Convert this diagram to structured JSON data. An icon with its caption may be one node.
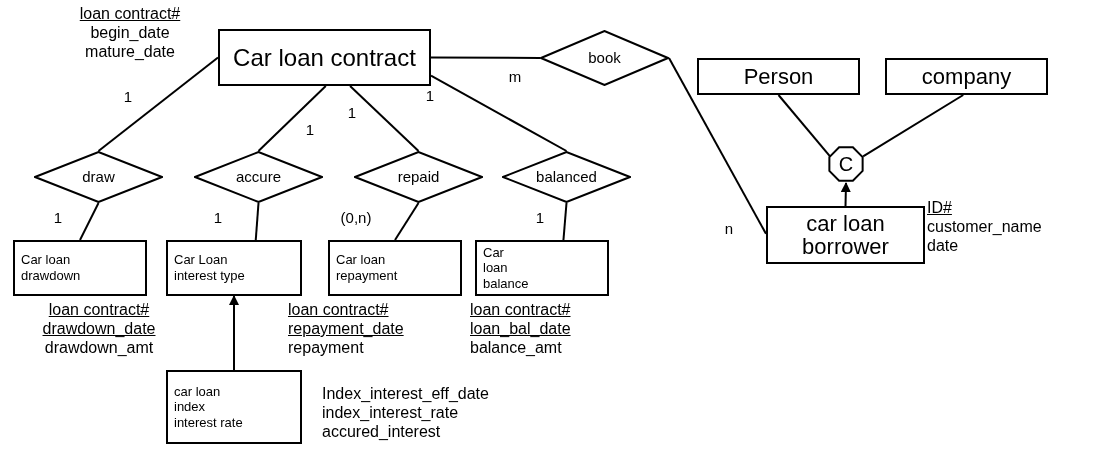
{
  "diagram": {
    "nodes": [
      {
        "text": [
          "Car loan contract"
        ],
        "beside": [
          "loan contract#",
          "begin_date",
          "mature_date"
        ]
      },
      {
        "text": [
          "book"
        ]
      },
      {
        "text": [
          "Person"
        ]
      },
      {
        "text": [
          "company"
        ]
      },
      {
        "text": [
          "C"
        ]
      },
      {
        "text": [
          "car loan borrower"
        ],
        "beside": [
          "ID#",
          "customer_name",
          "date"
        ]
      },
      {
        "text": [
          "draw"
        ]
      },
      {
        "text": [
          "accure"
        ]
      },
      {
        "text": [
          "repaid"
        ]
      },
      {
        "text": [
          "balanced"
        ]
      },
      {
        "text": [
          "Car loan drawdown"
        ],
        "beside": [
          "loan contract#",
          "drawdown_date",
          "drawdown_amt"
        ]
      },
      {
        "text": [
          "Car Loan interest type"
        ]
      },
      {
        "text": [
          "Car loan repayment"
        ],
        "beside": [
          "loan contract#",
          "repayment_date",
          "repayment"
        ]
      },
      {
        "text": [
          "Car loan balance"
        ],
        "beside": [
          "loan contract#",
          "loan_bal_date",
          "balance_amt"
        ]
      },
      {
        "text": [
          "car loan index interest rate"
        ],
        "beside": [
          "Index_interest_eff_date",
          "index_interest_rate",
          "accured_interest"
        ]
      }
    ],
    "edges": [
      {
        "from": 0,
        "to": 6,
        "arrow": "none",
        "label": "1"
      },
      {
        "from": 0,
        "to": 7,
        "arrow": "none",
        "label": "1"
      },
      {
        "from": 0,
        "to": 8,
        "arrow": "none",
        "label": "1"
      },
      {
        "from": 0,
        "to": 9,
        "arrow": "none",
        "label": "1"
      },
      {
        "from": 0,
        "to": 1,
        "arrow": "none",
        "label": "m"
      },
      {
        "from": 1,
        "to": 5,
        "arrow": "none",
        "label": "n"
      },
      {
        "from": 6,
        "to": 10,
        "arrow": "none",
        "label": "1"
      },
      {
        "from": 7,
        "to": 11,
        "arrow": "none",
        "label": "1"
      },
      {
        "from": 8,
        "to": 12,
        "arrow": "none",
        "label": "(0,n)"
      },
      {
        "from": 9,
        "to": 13,
        "arrow": "none",
        "label": "1"
      },
      {
        "from": 2,
        "to": 4,
        "arrow": "none"
      },
      {
        "from": 3,
        "to": 4,
        "arrow": "none"
      },
      {
        "from": 5,
        "to": 4,
        "arrow": "to"
      },
      {
        "from": 14,
        "to": 11,
        "arrow": "to"
      }
    ]
  }
}
